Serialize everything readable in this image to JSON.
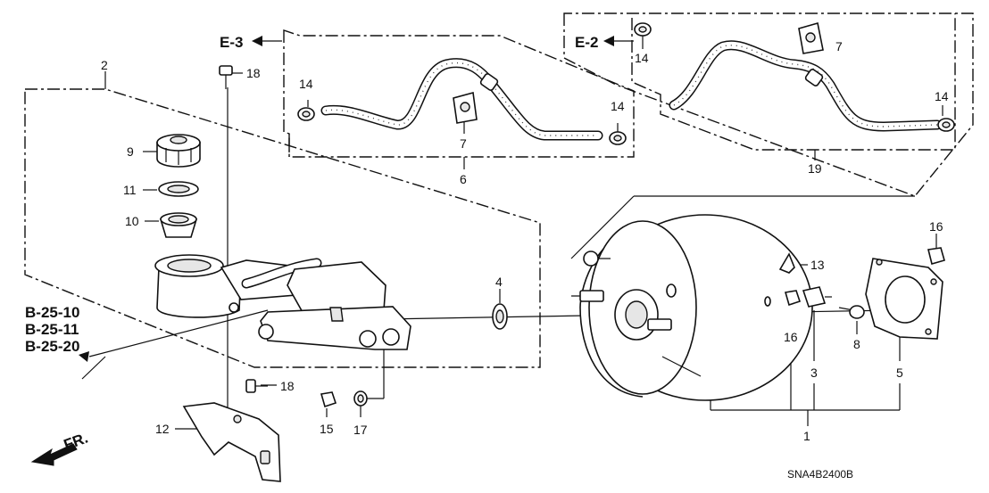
{
  "diagram": {
    "drawing_code": "SNA4B2400B",
    "direction_label": "FR.",
    "section_refs": {
      "e3": "E-3",
      "e2": "E-2",
      "b_25_10": "B-25-10",
      "b_25_11": "B-25-11",
      "b_25_20": "B-25-20"
    },
    "callouts": {
      "p1": "1",
      "p2": "2",
      "p3": "3",
      "p4": "4",
      "p5": "5",
      "p6": "6",
      "p7a": "7",
      "p7b": "7",
      "p8": "8",
      "p9": "9",
      "p10": "10",
      "p11": "11",
      "p12": "12",
      "p13": "13",
      "p14a": "14",
      "p14b": "14",
      "p14c": "14",
      "p14d": "14",
      "p15": "15",
      "p16a": "16",
      "p16b": "16",
      "p17": "17",
      "p18a": "18",
      "p18b": "18",
      "p19": "19"
    }
  }
}
